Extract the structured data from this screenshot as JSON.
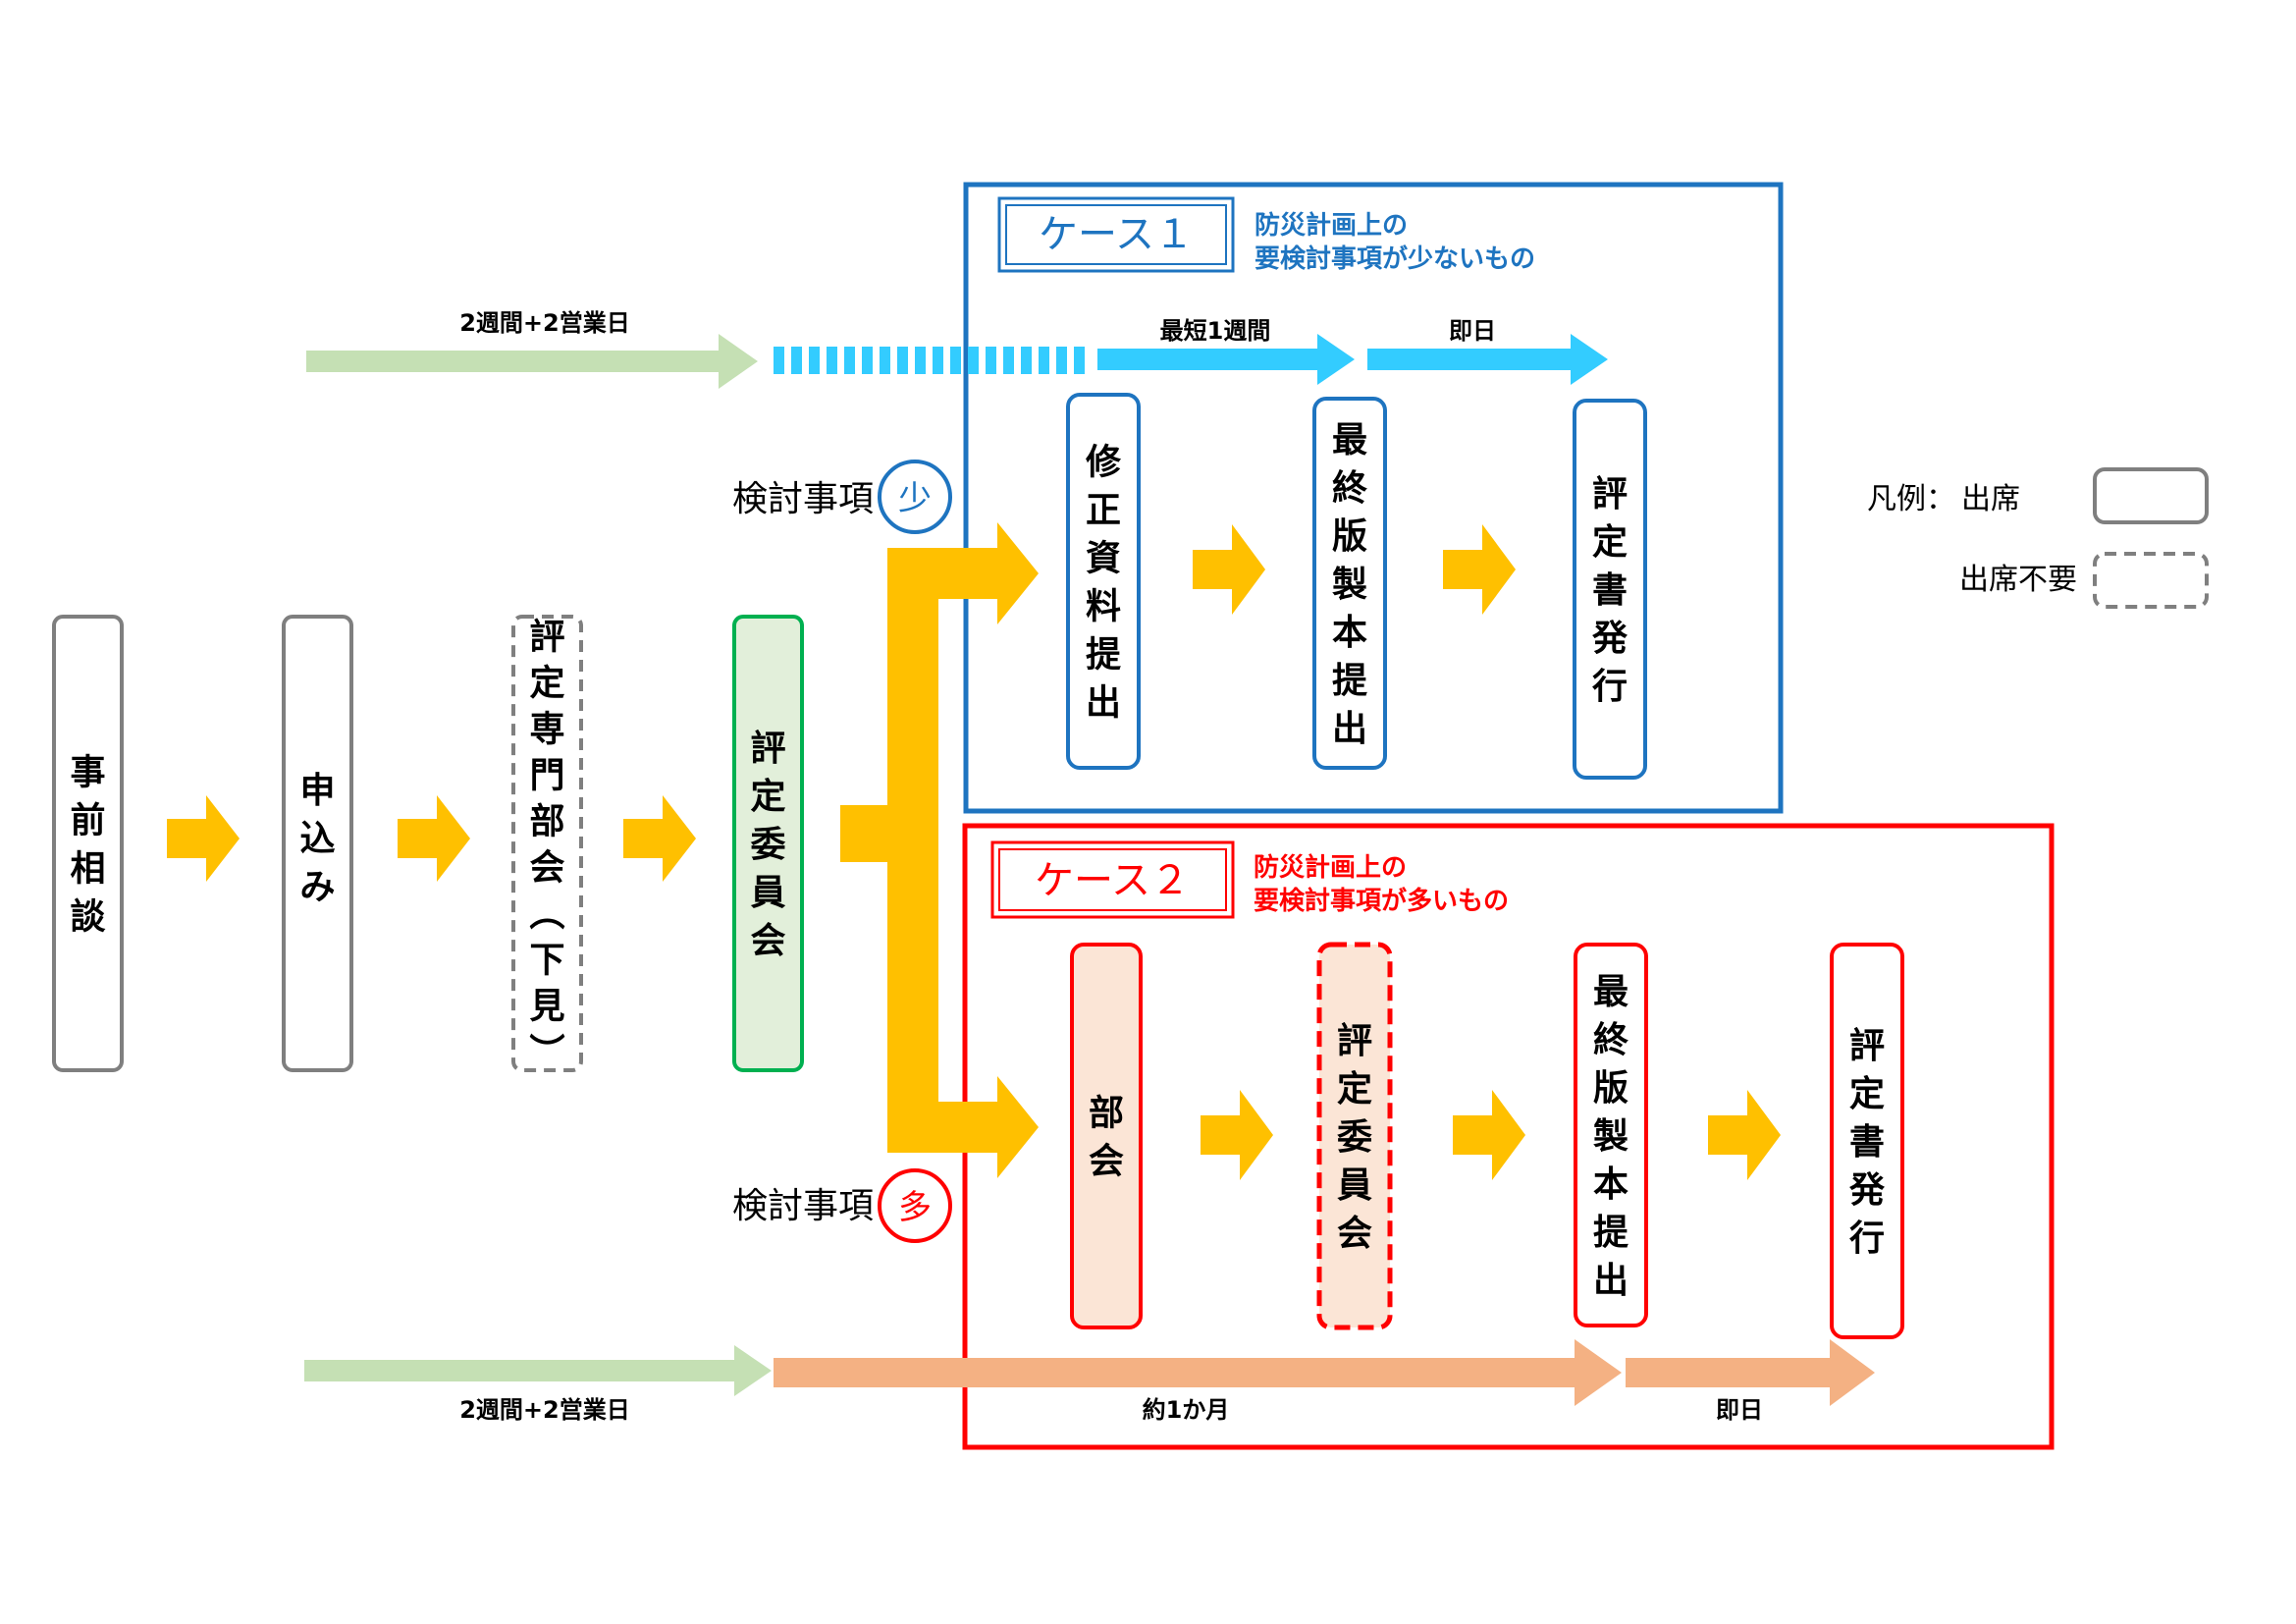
{
  "colors": {
    "arrow_yellow": "#FFC000",
    "arrow_green": "#C5E0B4",
    "arrow_blue": "#33CCFF",
    "arrow_orange": "#F4B183",
    "case1_blue": "#1E74C0",
    "case2_red": "#FF0000",
    "box_gray": "#7F7F7F",
    "box_green_border": "#00B050",
    "box_green_fill": "#E2EFDA",
    "box_orange_fill": "#FBE5D6"
  },
  "steps": {
    "consult": "事前相談",
    "apply": "申込み",
    "subcommittee": "評定専門部会（下見）",
    "committee": "評定委員会"
  },
  "topic_few": {
    "label": "検討事項",
    "badge": "少"
  },
  "topic_many": {
    "label": "検討事項",
    "badge": "多"
  },
  "case1": {
    "title": "ケース１",
    "desc_line1": "防災計画上の",
    "desc_line2": "要検討事項が少ないもの",
    "steps": [
      "修正資料提出",
      "最終版製本提出",
      "評定書発行"
    ],
    "timeline": {
      "pre": "2週間+2営業日",
      "mid": "最短1週間",
      "post": "即日"
    }
  },
  "case2": {
    "title": "ケース２",
    "desc_line1": "防災計画上の",
    "desc_line2": "要検討事項が多いもの",
    "steps": [
      "部会",
      "評定委員会",
      "最終版製本提出",
      "評定書発行"
    ],
    "timeline": {
      "pre": "2週間+2営業日",
      "mid": "約1か月",
      "post": "即日"
    }
  },
  "legend": {
    "prefix": "凡例：",
    "attend": "出席",
    "not_required": "出席不要"
  }
}
